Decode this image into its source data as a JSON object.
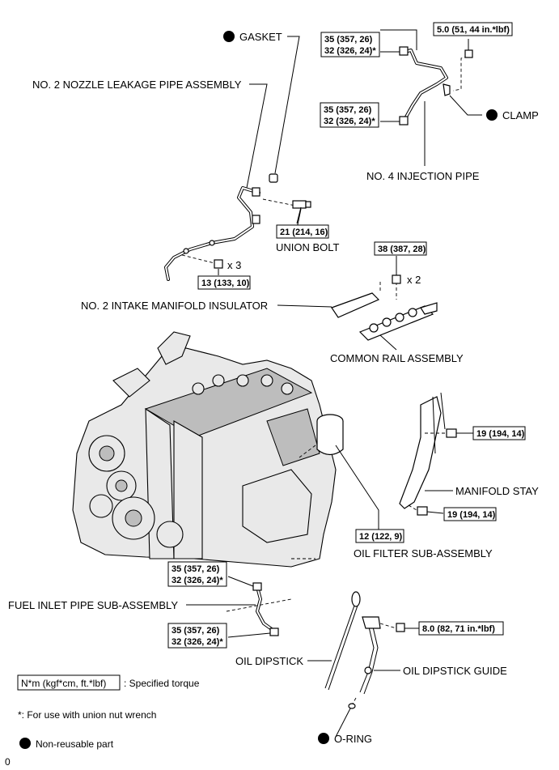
{
  "labels": {
    "gasket": "GASKET",
    "nozzle_pipe": "NO. 2 NOZZLE LEAKAGE PIPE ASSEMBLY",
    "clamp": "CLAMP",
    "inj_pipe": "NO. 4 INJECTION PIPE",
    "union_bolt": "UNION BOLT",
    "insulator": "NO. 2 INTAKE MANIFOLD INSULATOR",
    "common_rail": "COMMON RAIL ASSEMBLY",
    "manifold_stay": "MANIFOLD STAY",
    "oil_filter": "OIL FILTER SUB-ASSEMBLY",
    "fuel_inlet": "FUEL INLET PIPE SUB-ASSEMBLY",
    "dipstick": "OIL DIPSTICK",
    "dipstick_guide": "OIL DIPSTICK GUIDE",
    "oring": "O-RING"
  },
  "torques": {
    "t_inj_top_1": "35 (357, 26)",
    "t_inj_top_2": "32 (326, 24)*",
    "t_clampbolt": "5.0 (51, 44 in.*lbf)",
    "t_inj_bot_1": "35 (357, 26)",
    "t_inj_bot_2": "32 (326, 24)*",
    "t_union": "21 (214, 16)",
    "t_nozzle": "13 (133, 10)",
    "t_rail": "38 (387, 28)",
    "t_stay_top": "19 (194, 14)",
    "t_stay_bot": "19 (194, 14)",
    "t_filter": "12 (122, 9)",
    "t_fuel_top_1": "35 (357, 26)",
    "t_fuel_top_2": "32 (326, 24)*",
    "t_fuel_bot_1": "35 (357, 26)",
    "t_fuel_bot_2": "32 (326, 24)*",
    "t_guide": "8.0 (82, 71 in.*lbf)"
  },
  "qty": {
    "nozzle": "x 3",
    "rail": "x 2"
  },
  "legend": {
    "unit": "N*m (kgf*cm, ft.*lbf)",
    "specified": ": Specified torque",
    "note": "*: For use with union nut wrench",
    "nonreuse": "Non-reusable part"
  },
  "corner_mark": "0",
  "icons": {
    "bullet": "non-reusable-dot-icon"
  }
}
